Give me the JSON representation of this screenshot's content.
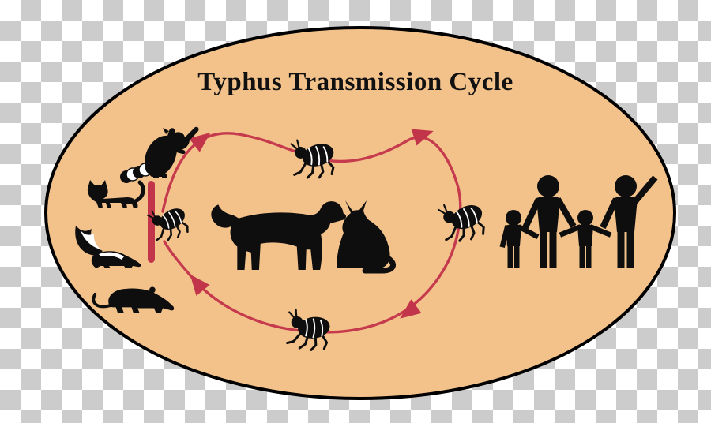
{
  "title": "Typhus Transmission Cycle",
  "colors": {
    "checker_dark": "#cccccc",
    "checker_light": "#ffffff",
    "oval_fill": "#f3c28b",
    "oval_stroke": "#000000",
    "arrow": "#c2344a",
    "barrier": "#c2344a",
    "silhouette": "#0e0e0e",
    "flea_detail": "#ffffff"
  },
  "icons": {
    "wild_animals": [
      "raccoon-icon",
      "cat-icon",
      "skunk-icon",
      "opossum-icon"
    ],
    "vectors": [
      "flea-blocked-icon",
      "flea-top-icon",
      "flea-bottom-icon",
      "flea-right-icon"
    ],
    "barrier": "barrier-bar",
    "pets": [
      "dog-icon",
      "sitting-cat-icon"
    ],
    "people": [
      "child-figure",
      "adult-figure",
      "child-figure",
      "waving-adult-figure"
    ]
  }
}
